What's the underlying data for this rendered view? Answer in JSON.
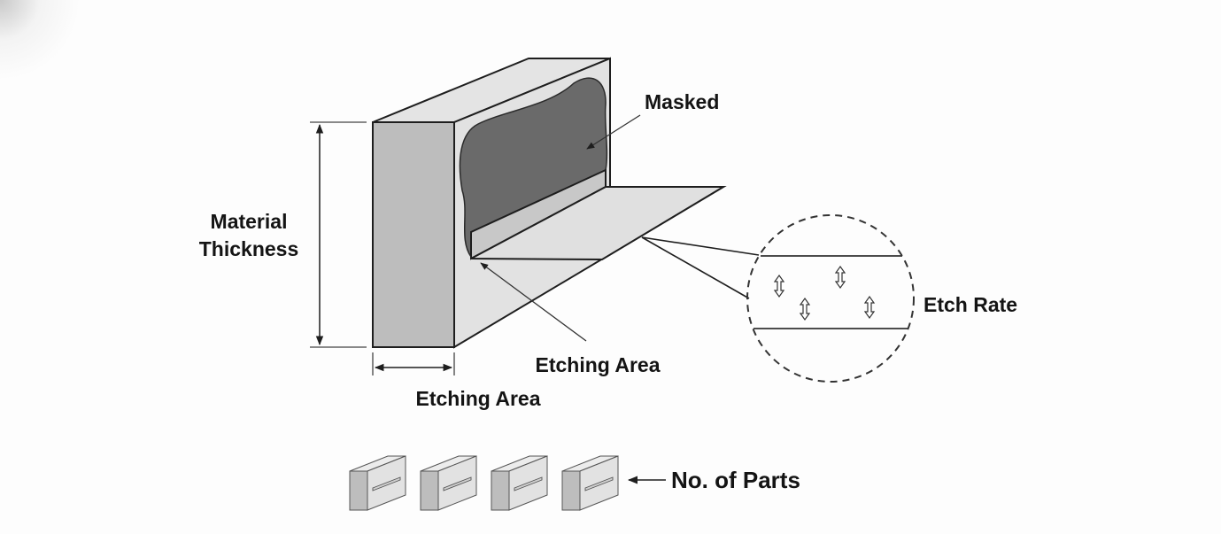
{
  "diagram": {
    "labels": {
      "masked": "Masked",
      "material_thickness_line1": "Material",
      "material_thickness_line2": "Thickness",
      "etching_area_surface": "Etching Area",
      "etching_area_dimension": "Etching Area",
      "etch_rate": "Etch Rate",
      "no_of_parts": "No. of Parts"
    },
    "parts_count": 4,
    "etch_rate_arrows": 4,
    "colors": {
      "outline": "#1e1e1e",
      "front_face": "#bdbdbd",
      "side_face": "#e2e2e2",
      "masked_region": "#6a6a6a",
      "ledge": "#c8c8c8",
      "background": "#fdfdfd"
    }
  }
}
